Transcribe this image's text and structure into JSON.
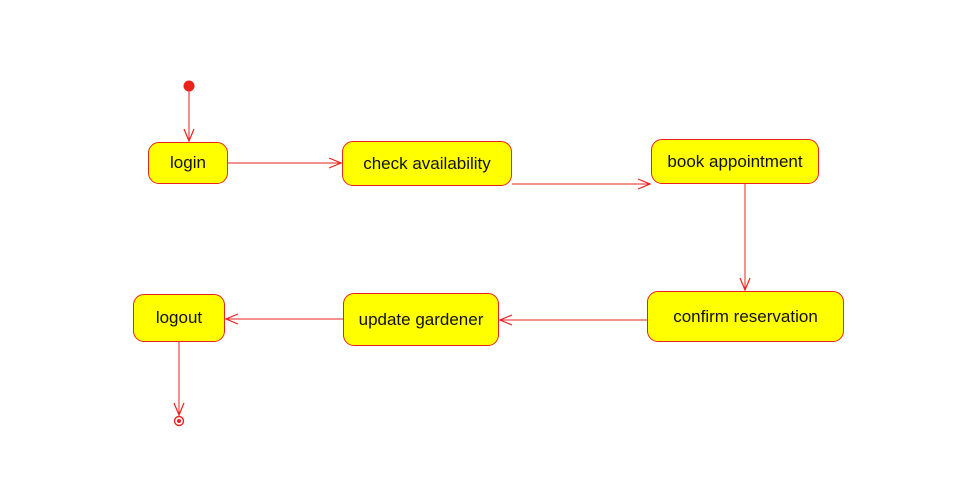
{
  "diagram": {
    "type": "activity-diagram",
    "colors": {
      "node_fill": "#ffff00",
      "stroke": "#e8231e",
      "text": "#111111",
      "background": "#ffffff"
    },
    "nodes": [
      {
        "id": "login",
        "label": "login"
      },
      {
        "id": "check",
        "label": "check availability"
      },
      {
        "id": "book",
        "label": "book appointment"
      },
      {
        "id": "confirm",
        "label": "confirm reservation"
      },
      {
        "id": "update",
        "label": "update gardener"
      },
      {
        "id": "logout",
        "label": "logout"
      }
    ],
    "edges": [
      {
        "from": "start",
        "to": "login"
      },
      {
        "from": "login",
        "to": "check"
      },
      {
        "from": "check",
        "to": "book"
      },
      {
        "from": "book",
        "to": "confirm"
      },
      {
        "from": "confirm",
        "to": "update"
      },
      {
        "from": "update",
        "to": "logout"
      },
      {
        "from": "logout",
        "to": "end"
      }
    ]
  }
}
